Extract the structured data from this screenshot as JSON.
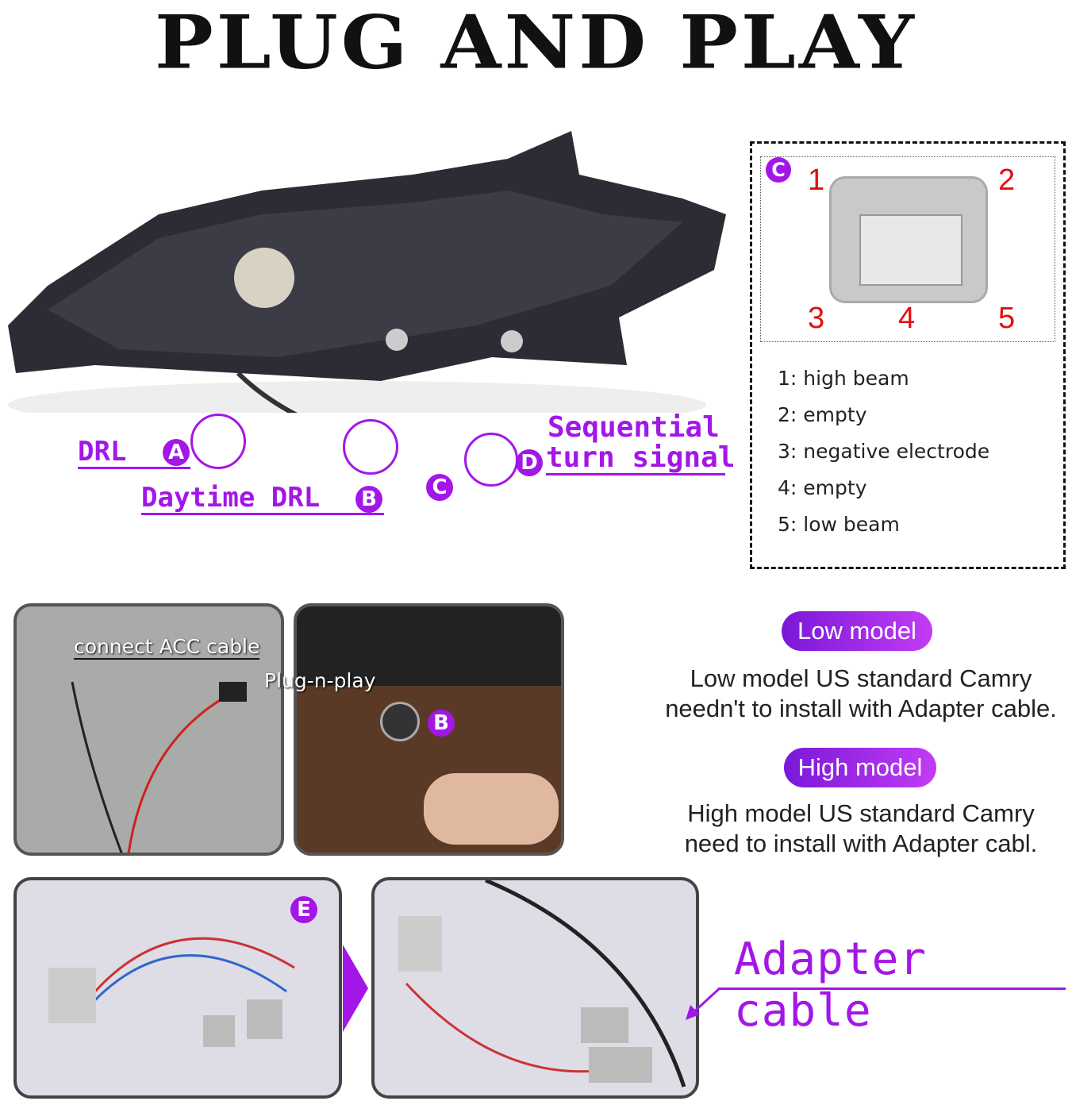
{
  "title": "PLUG AND PLAY",
  "headlamp": {
    "drl": "DRL",
    "daytime_drl": "Daytime DRL",
    "sequential": "Sequential",
    "turn_signal": "turn signal",
    "badges": {
      "a": "A",
      "b": "B",
      "c": "C",
      "d": "D",
      "e": "E"
    }
  },
  "connector": {
    "badge": "C",
    "pins": [
      "1",
      "2",
      "3",
      "4",
      "5"
    ],
    "list": [
      {
        "n": "1:",
        "label": "high beam"
      },
      {
        "n": "2:",
        "label": "empty"
      },
      {
        "n": "3:",
        "label": "negative electrode"
      },
      {
        "n": "4:",
        "label": "empty"
      },
      {
        "n": "5:",
        "label": "low beam"
      }
    ]
  },
  "photos": {
    "acc": "connect ACC cable",
    "plug": "Plug-n-play",
    "b": "B"
  },
  "low": {
    "badge": "Low model",
    "line1": "Low model US standard Camry",
    "line2": "needn't to install with Adapter cable."
  },
  "high": {
    "badge": "High model",
    "line1": "High model US standard Camry",
    "line2": "need to install  with Adapter cabl."
  },
  "adapter": "Adapter cable",
  "colors": {
    "accent": "#a316e8",
    "pin_numbers": "#e01010"
  }
}
